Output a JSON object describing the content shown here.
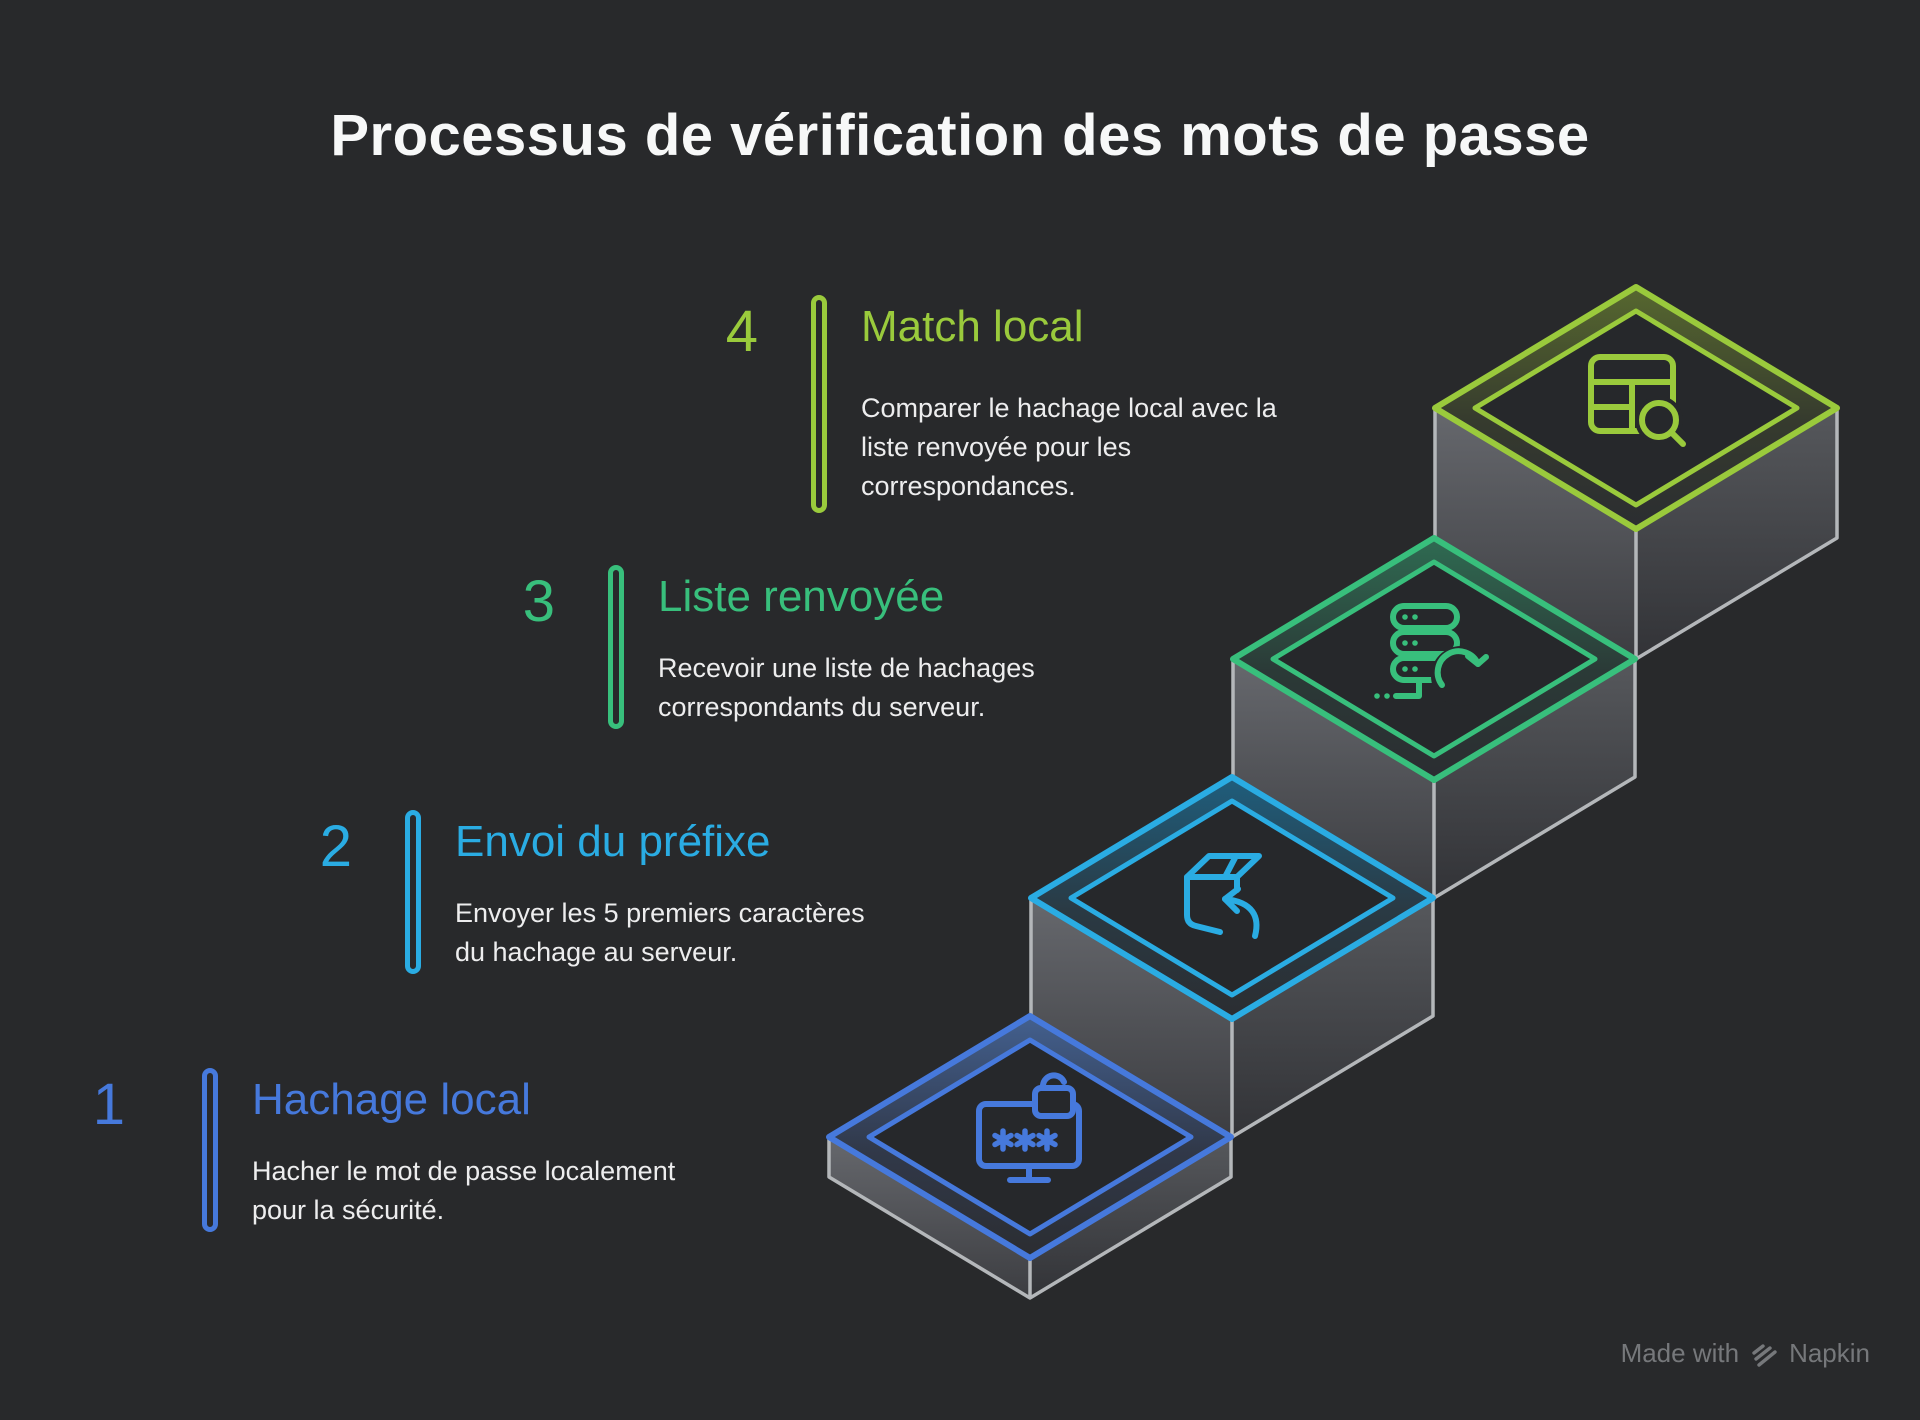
{
  "title": "Processus de vérification des mots de passe",
  "steps": [
    {
      "number": "1",
      "title": "Hachage local",
      "description": "Hacher le mot de passe localement\npour la sécurité.",
      "color": "#4679DC",
      "icon": "password-monitor-icon"
    },
    {
      "number": "2",
      "title": "Envoi du préfixe",
      "description": "Envoyer les 5 premiers caractères\ndu hachage au serveur.",
      "color": "#2AACE3",
      "icon": "package-return-icon"
    },
    {
      "number": "3",
      "title": "Liste renvoyée",
      "description": "Recevoir une liste de hachages\ncorrespondants du serveur.",
      "color": "#38BF7C",
      "icon": "server-refresh-icon"
    },
    {
      "number": "4",
      "title": "Match local",
      "description": "Comparer le hachage local avec la\nliste renvoyée pour les\ncorrespondances.",
      "color": "#9ACA3C",
      "icon": "table-search-icon"
    }
  ],
  "watermark": {
    "prefix": "Made with",
    "brand": "Napkin"
  },
  "colors": {
    "background": "#28292B",
    "stair_outline": "#B4B7BA",
    "stair_face_left": "#66686D",
    "stair_face_right": "#56585C",
    "title_text": "#F7F8F8",
    "description_text": "#EDEDEE",
    "watermark_text": "#76787B"
  }
}
